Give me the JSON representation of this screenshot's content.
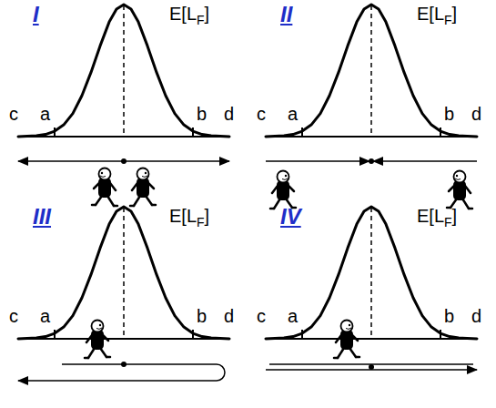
{
  "diagram": {
    "labels": [
      "I",
      "E[L",
      "F",
      "]",
      "c",
      "a",
      "b",
      "d",
      "II",
      "E[L",
      "F",
      "]",
      "c",
      "a",
      "b",
      "d",
      "III",
      "E[L",
      "F",
      "]",
      "c",
      "a",
      "b",
      "d",
      "IV",
      "E[L",
      "F",
      "]",
      "c",
      "a",
      "b",
      "d"
    ]
  }
}
